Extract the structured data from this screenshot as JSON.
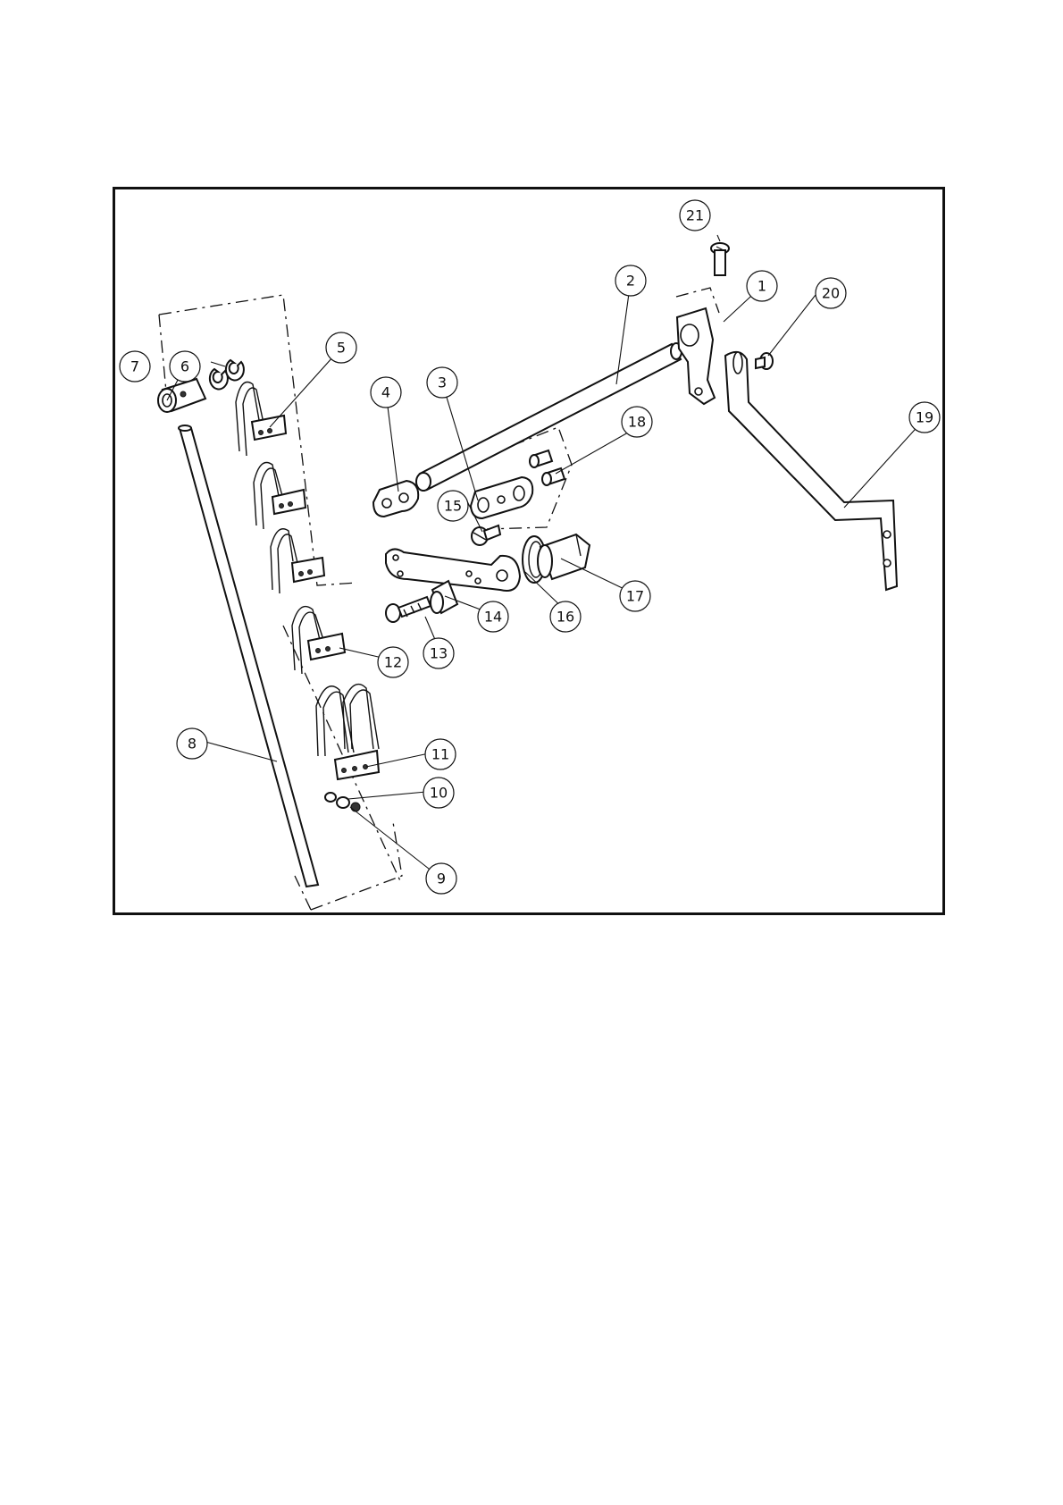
{
  "diagram": {
    "callouts": [
      {
        "id": "callout-1",
        "label": "1"
      },
      {
        "id": "callout-2",
        "label": "2"
      },
      {
        "id": "callout-3",
        "label": "3"
      },
      {
        "id": "callout-4",
        "label": "4"
      },
      {
        "id": "callout-5",
        "label": "5"
      },
      {
        "id": "callout-6",
        "label": "6"
      },
      {
        "id": "callout-7",
        "label": "7"
      },
      {
        "id": "callout-8",
        "label": "8"
      },
      {
        "id": "callout-9",
        "label": "9"
      },
      {
        "id": "callout-10",
        "label": "10"
      },
      {
        "id": "callout-11",
        "label": "11"
      },
      {
        "id": "callout-12",
        "label": "12"
      },
      {
        "id": "callout-13",
        "label": "13"
      },
      {
        "id": "callout-14",
        "label": "14"
      },
      {
        "id": "callout-15",
        "label": "15"
      },
      {
        "id": "callout-16",
        "label": "16"
      },
      {
        "id": "callout-17",
        "label": "17"
      },
      {
        "id": "callout-18",
        "label": "18"
      },
      {
        "id": "callout-19",
        "label": "19"
      },
      {
        "id": "callout-20",
        "label": "20"
      },
      {
        "id": "callout-21",
        "label": "21"
      }
    ]
  }
}
